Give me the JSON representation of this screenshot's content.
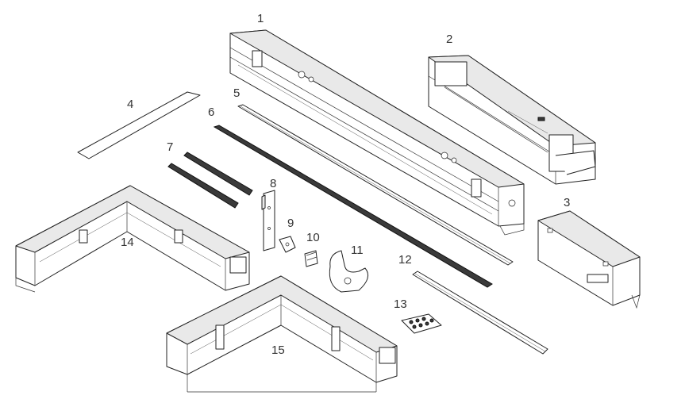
{
  "diagram": {
    "parts": [
      {
        "id": "1",
        "label": "1"
      },
      {
        "id": "2",
        "label": "2"
      },
      {
        "id": "3",
        "label": "3"
      },
      {
        "id": "4",
        "label": "4"
      },
      {
        "id": "5",
        "label": "5"
      },
      {
        "id": "6",
        "label": "6"
      },
      {
        "id": "7",
        "label": "7"
      },
      {
        "id": "8",
        "label": "8"
      },
      {
        "id": "9",
        "label": "9"
      },
      {
        "id": "10",
        "label": "10"
      },
      {
        "id": "11",
        "label": "11"
      },
      {
        "id": "12",
        "label": "12"
      },
      {
        "id": "13",
        "label": "13"
      },
      {
        "id": "14",
        "label": "14"
      },
      {
        "id": "15",
        "label": "15"
      }
    ]
  }
}
